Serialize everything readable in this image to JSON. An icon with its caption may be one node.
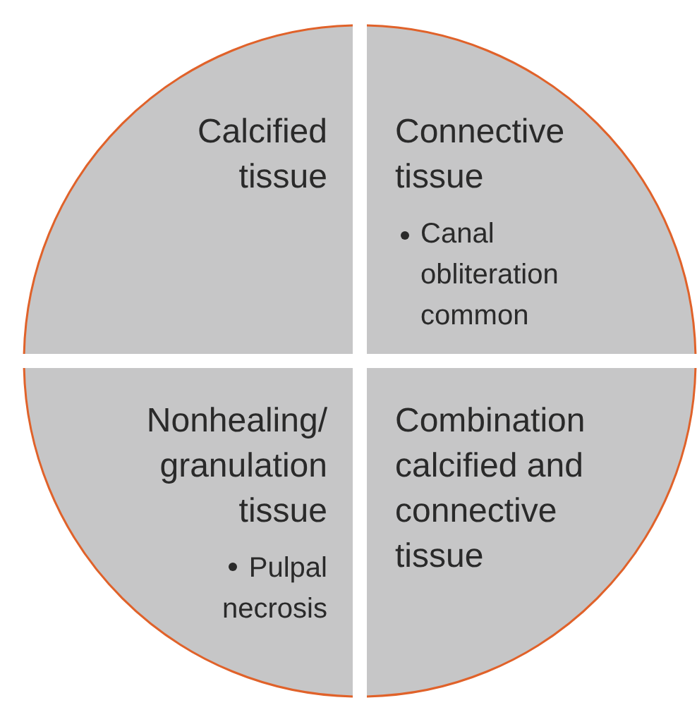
{
  "diagram": {
    "nodes": [
      {
        "text": [
          "Calcified tissue"
        ]
      },
      {
        "text": [
          "Connective tissue",
          "Canal obliteration common"
        ]
      },
      {
        "text": [
          "Nonhealing/ granulation tissue",
          "Pulpal necrosis"
        ]
      },
      {
        "text": [
          "Combination calcified and connective tissue"
        ]
      }
    ]
  }
}
